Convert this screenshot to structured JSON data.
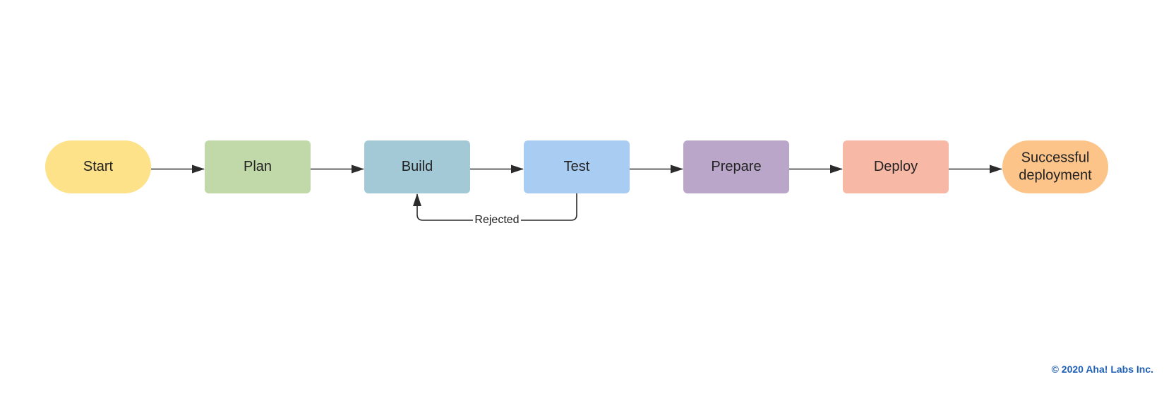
{
  "diagram": {
    "nodes": [
      {
        "id": "start",
        "lines": [
          "Start"
        ],
        "shape": "terminal",
        "color": "#fde289"
      },
      {
        "id": "plan",
        "lines": [
          "Plan"
        ],
        "shape": "process",
        "color": "#c1d9a8"
      },
      {
        "id": "build",
        "lines": [
          "Build"
        ],
        "shape": "process",
        "color": "#a3c8d6"
      },
      {
        "id": "test",
        "lines": [
          "Test"
        ],
        "shape": "process",
        "color": "#a8ccf2"
      },
      {
        "id": "prepare",
        "lines": [
          "Prepare"
        ],
        "shape": "process",
        "color": "#b9a6c9"
      },
      {
        "id": "deploy",
        "lines": [
          "Deploy"
        ],
        "shape": "process",
        "color": "#f7b8a5"
      },
      {
        "id": "success",
        "lines": [
          "Successful",
          "deployment"
        ],
        "shape": "terminal",
        "color": "#fcc489"
      }
    ],
    "edges": [
      {
        "from": "start",
        "to": "plan"
      },
      {
        "from": "plan",
        "to": "build"
      },
      {
        "from": "build",
        "to": "test"
      },
      {
        "from": "test",
        "to": "prepare"
      },
      {
        "from": "prepare",
        "to": "deploy"
      },
      {
        "from": "deploy",
        "to": "success"
      },
      {
        "from": "test",
        "to": "build",
        "label": "Rejected",
        "route": "loop-below"
      }
    ]
  },
  "footer": {
    "copyright": "© 2020 Aha! Labs Inc."
  },
  "colors": {
    "line": "#2b2b2b",
    "text": "#222222",
    "copyright": "#1f5fb5"
  }
}
